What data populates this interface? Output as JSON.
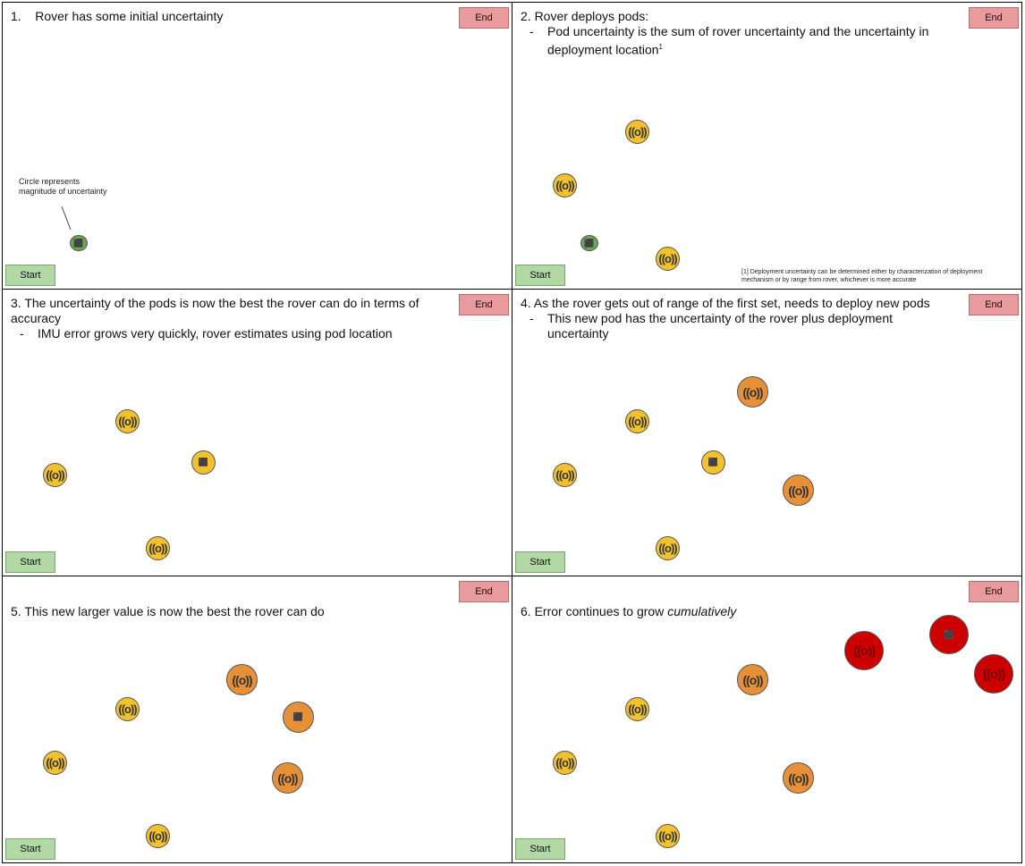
{
  "buttons": {
    "end_label": "End",
    "start_label": "Start"
  },
  "panels": [
    {
      "title": "1.    Rover has some initial uncertainty",
      "note": [
        "Circle represents",
        "magnitude of uncertainty"
      ]
    },
    {
      "title": "2. Rover deploys pods:",
      "bullets": [
        "Pod uncertainty is the sum of rover uncertainty and the uncertainty in",
        "deployment location"
      ],
      "sup": "1",
      "footnote": [
        "[1] Deployment uncertainty can be determined either by characterization of deployment",
        "mechanism or by range from rover, whichever is more accurate"
      ]
    },
    {
      "title": "3. The uncertainty of the pods is now the best the rover can do in terms of",
      "title_2": "accuracy",
      "bullets": [
        "IMU error grows very quickly, rover estimates using pod location"
      ]
    },
    {
      "title": "4. As the rover gets out of range of the first set, needs to deploy new pods",
      "bullets": [
        "This new pod has the uncertainty of the rover plus deployment",
        "uncertainty"
      ]
    },
    {
      "title": "5. This new larger value is now the best the rover can do"
    },
    {
      "title_prefix": "6. Error continues to grow ",
      "title_emph": "cumulatively"
    }
  ],
  "dash": "-",
  "pod_glyph": "((o))",
  "rover_glyph": "⬛",
  "colors": {
    "yellow": "#f2c12e",
    "orange": "#e69138",
    "red": "#cc0000",
    "green": "#6aa84f",
    "end_button": "#e99a9c",
    "start_button": "#b2d8a6"
  }
}
